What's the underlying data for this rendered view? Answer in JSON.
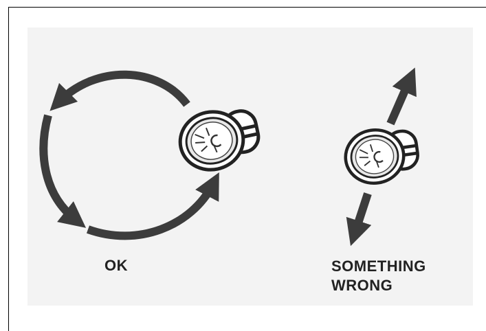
{
  "labels": {
    "ok": "OK",
    "wrong_line1": "SOMETHING",
    "wrong_line2": "WRONG"
  },
  "icons": {
    "ok_bulb": "flashlight-bulb-icon",
    "wrong_bulb": "flashlight-bulb-icon",
    "rotation_arrows": "circular-arrow-icon",
    "wobble_arrows": "double-arrow-icon"
  },
  "colors": {
    "arrow": "#3c3c3c",
    "panel": "#f3f3f3",
    "label": "#222222"
  }
}
